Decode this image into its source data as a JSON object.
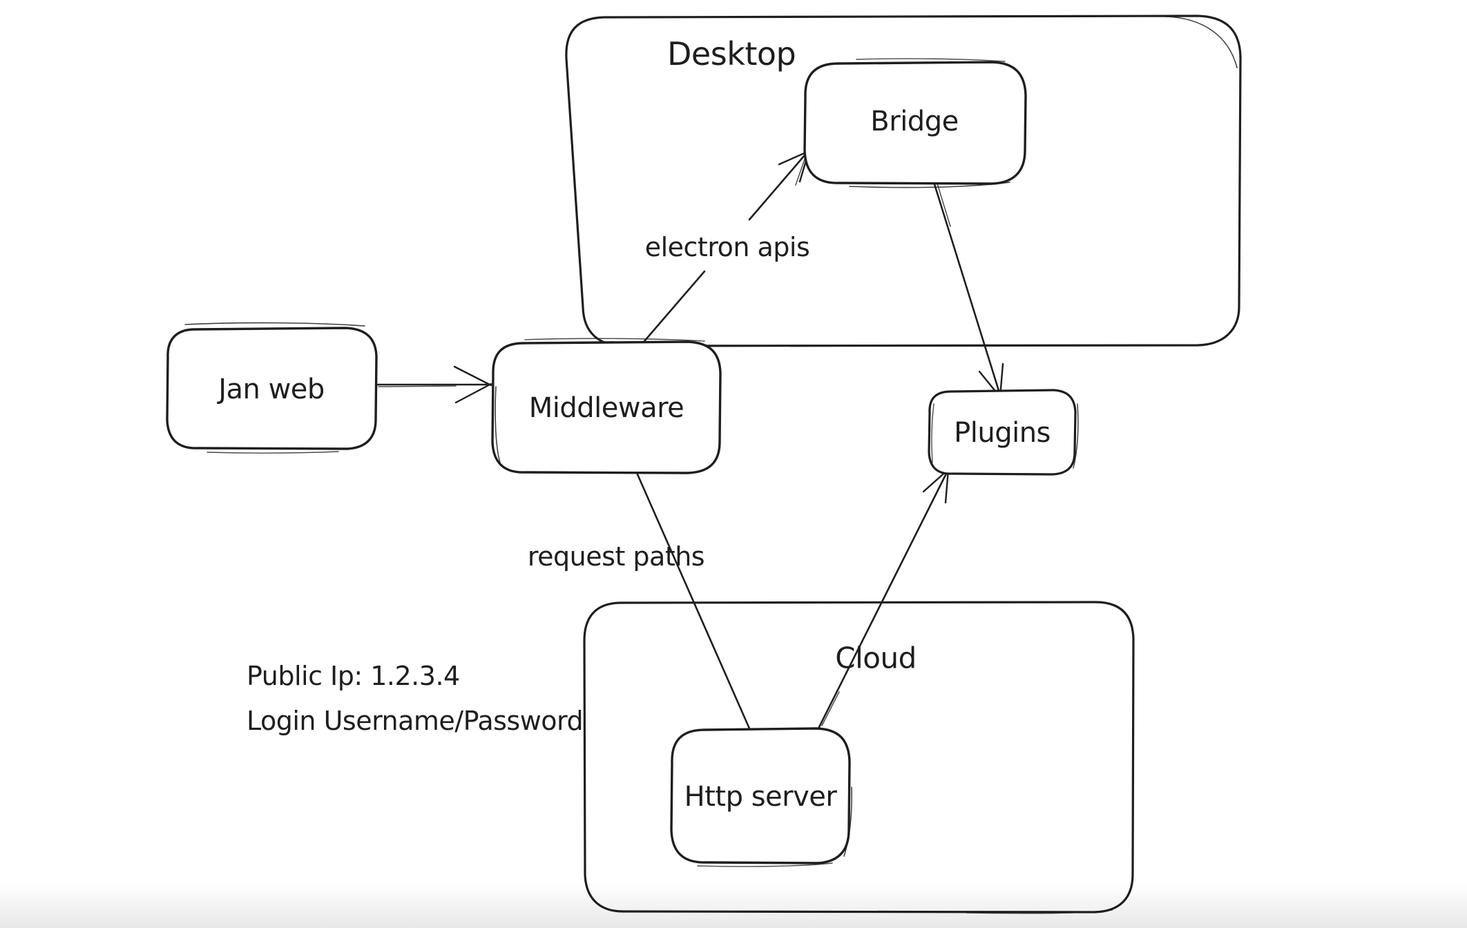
{
  "canvas": {
    "background": "#ffffff",
    "stroke_color": "#1e1e1e"
  },
  "containers": [
    {
      "id": "desktop",
      "label": "Desktop"
    },
    {
      "id": "cloud",
      "label": "Cloud"
    }
  ],
  "nodes": [
    {
      "id": "jan-web",
      "label": "Jan web"
    },
    {
      "id": "middleware",
      "label": "Middleware"
    },
    {
      "id": "bridge",
      "label": "Bridge"
    },
    {
      "id": "plugins",
      "label": "Plugins"
    },
    {
      "id": "http-server",
      "label": "Http server"
    }
  ],
  "edges": [
    {
      "id": "jan-web-to-middleware",
      "from": "Jan web",
      "to": "Middleware",
      "label": ""
    },
    {
      "id": "middleware-to-bridge",
      "from": "Middleware",
      "to": "Bridge",
      "label": "electron apis"
    },
    {
      "id": "bridge-to-plugins",
      "from": "Bridge",
      "to": "Plugins",
      "label": ""
    },
    {
      "id": "middleware-to-http-server",
      "from": "Middleware",
      "to": "Http server",
      "label": "request paths"
    },
    {
      "id": "http-server-to-plugins",
      "from": "Http server",
      "to": "Plugins",
      "label": ""
    }
  ],
  "annotations": {
    "public_ip": "Public Ip: 1.2.3.4",
    "login": "Login Username/Password"
  }
}
